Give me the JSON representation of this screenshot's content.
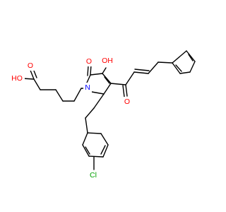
{
  "molecule": {
    "colors": {
      "bond": "#000000",
      "oxygen": "#ff0000",
      "nitrogen": "#0000ff",
      "chlorine": "#00a000",
      "background": "#ffffff"
    },
    "atoms": {
      "acid_oh": "HO",
      "acid_o": "O",
      "ring_n": "N",
      "lactam_o": "O",
      "hydroxy": "OH",
      "ketone_o": "O",
      "chlorine": "Cl"
    }
  }
}
